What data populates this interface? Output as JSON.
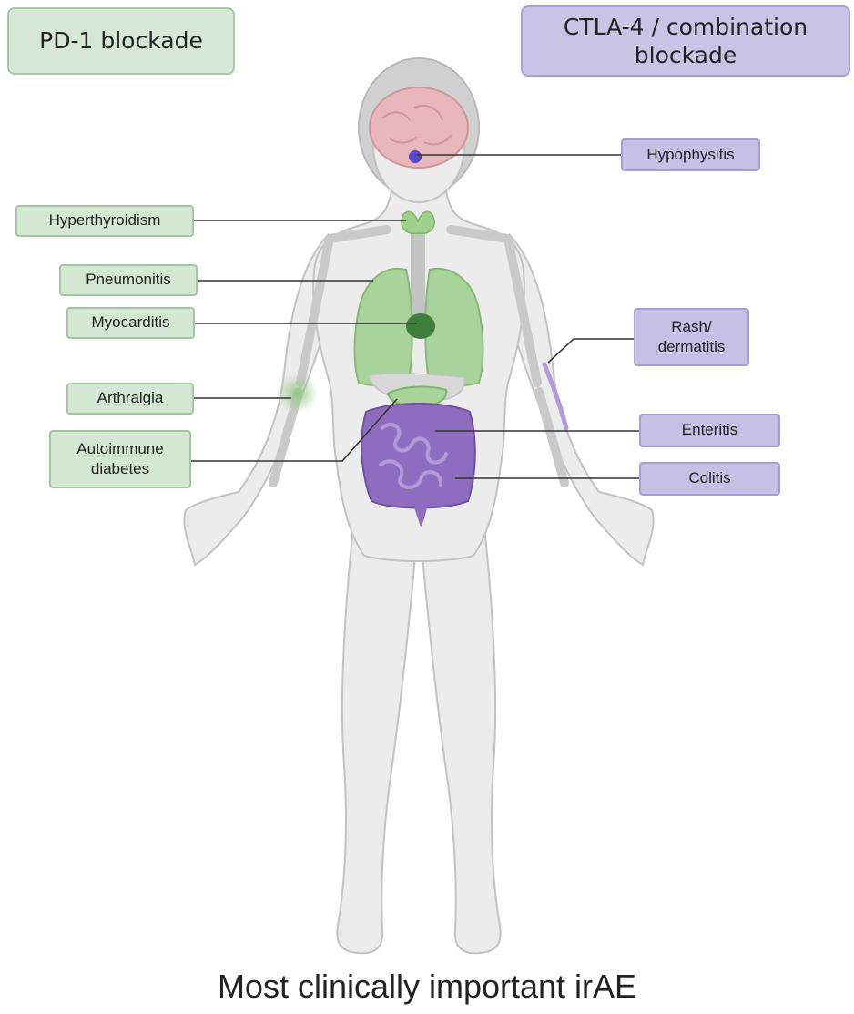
{
  "legend": {
    "pd1": "PD-1 blockade",
    "ctla4": "CTLA-4 / combination\nblockade"
  },
  "labels": {
    "hyperthyroidism": "Hyperthyroidism",
    "pneumonitis": "Pneumonitis",
    "myocarditis": "Myocarditis",
    "arthralgia": "Arthralgia",
    "autoimmune_diabetes": "Autoimmune\ndiabetes",
    "hypophysitis": "Hypophysitis",
    "rash_dermatitis": "Rash/\ndermatitis",
    "enteritis": "Enteritis",
    "colitis": "Colitis"
  },
  "caption": "Most clinically important irAE",
  "colors": {
    "pd1_fill": "#d6e8d5",
    "ctla4_fill": "#c9c3e6",
    "lung_green": "#a8d39a",
    "intestine_purple": "#8e6cc0",
    "body_gray": "#ececec"
  }
}
